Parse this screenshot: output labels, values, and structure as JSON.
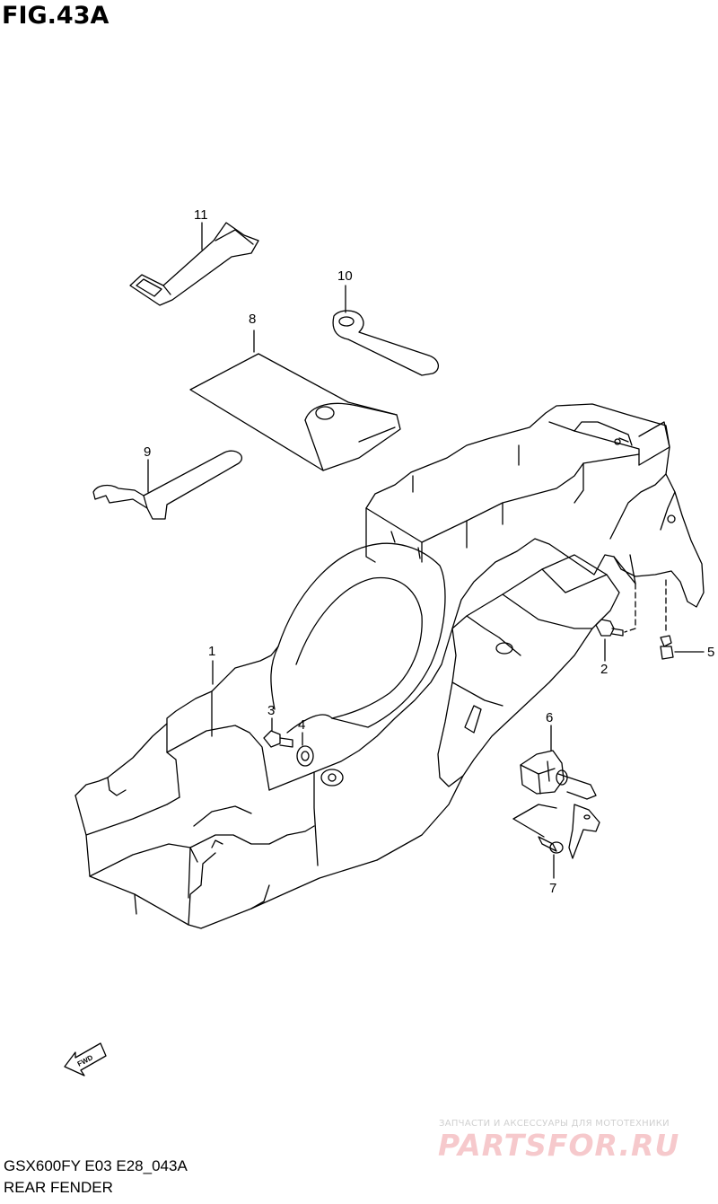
{
  "figure": {
    "title": "FIG.43A",
    "model_code": "GSX600FY E03 E28_043A",
    "assembly_name": "REAR FENDER"
  },
  "callouts": [
    {
      "id": "c1",
      "label": "1"
    },
    {
      "id": "c2",
      "label": "2"
    },
    {
      "id": "c3",
      "label": "3"
    },
    {
      "id": "c4",
      "label": "4"
    },
    {
      "id": "c5",
      "label": "5"
    },
    {
      "id": "c6",
      "label": "6"
    },
    {
      "id": "c7",
      "label": "7"
    },
    {
      "id": "c8",
      "label": "8"
    },
    {
      "id": "c9",
      "label": "9"
    },
    {
      "id": "c10",
      "label": "10"
    },
    {
      "id": "c11",
      "label": "11"
    }
  ],
  "direction_marker": {
    "label": "FWD",
    "icon": "fwd-arrow-icon"
  },
  "watermark": {
    "tagline": "ЗАПЧАСТИ И АКСЕССУАРЫ ДЛЯ МОТОТЕХНИКИ",
    "logo": "PARTSFOR.RU"
  },
  "colors": {
    "line": "#000000",
    "background": "#ffffff",
    "watermark_logo": "#f6c9cc",
    "watermark_text": "#d0d0d0"
  }
}
